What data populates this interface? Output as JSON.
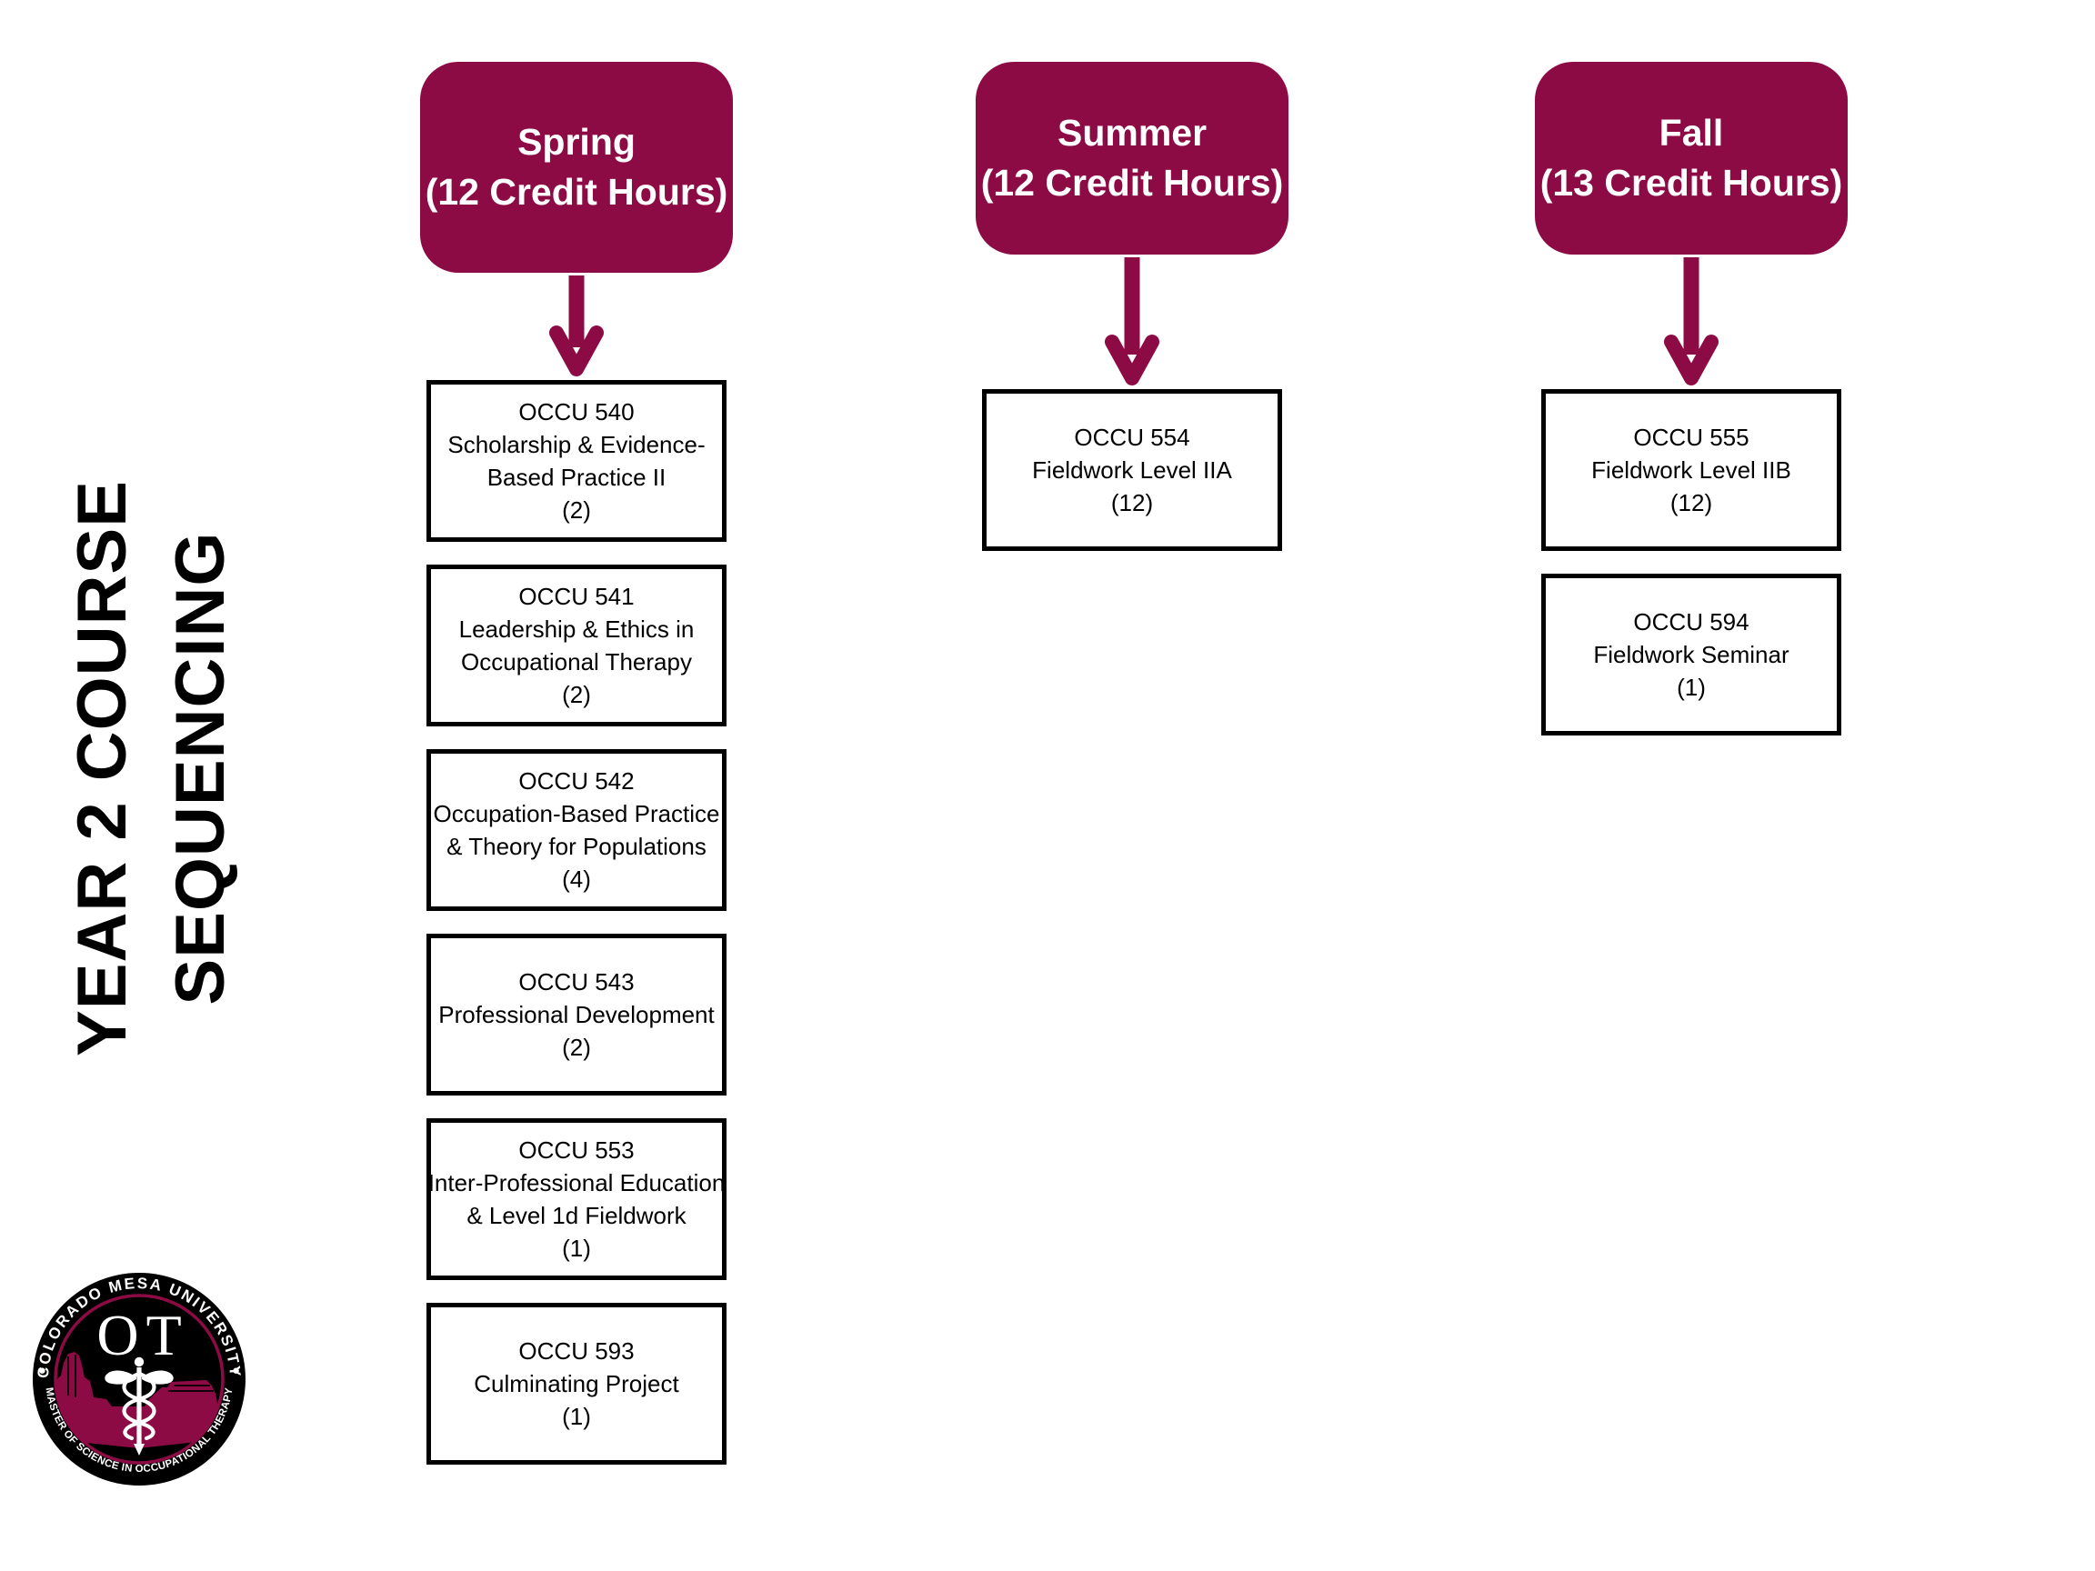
{
  "colors": {
    "maroon": "#8D0B45",
    "ink": "#000000",
    "paper": "#FFFFFF",
    "header_text": "#FFFFFF"
  },
  "title": {
    "line1": "YEAR 2 COURSE",
    "line2": "SEQUENCING"
  },
  "logo": {
    "arc_top": "COLORADO MESA UNIVERSITY",
    "arc_bottom": "MASTER OF SCIENCE IN OCCUPATIONAL THERAPY",
    "monogram": "OT"
  },
  "columns": [
    {
      "id": "spring",
      "header": {
        "line1": "Spring",
        "line2": "(12 Credit Hours)"
      },
      "courses": [
        {
          "code": "OCCU 540",
          "title1": "Scholarship & Evidence-",
          "title2": "Based Practice II",
          "credits": "(2)"
        },
        {
          "code": "OCCU 541",
          "title1": "Leadership & Ethics in",
          "title2": "Occupational Therapy",
          "credits": "(2)"
        },
        {
          "code": "OCCU 542",
          "title1": "Occupation-Based Practice",
          "title2": "& Theory for Populations",
          "credits": "(4)"
        },
        {
          "code": "OCCU 543",
          "title1": "Professional Development",
          "credits": "(2)"
        },
        {
          "code": "OCCU 553",
          "title1": "Inter-Professional Education",
          "title2": "& Level 1d Fieldwork",
          "credits": "(1)"
        },
        {
          "code": "OCCU 593",
          "title1": "Culminating Project",
          "credits": "(1)"
        }
      ]
    },
    {
      "id": "summer",
      "header": {
        "line1": "Summer",
        "line2": "(12 Credit Hours)"
      },
      "courses": [
        {
          "code": "OCCU 554",
          "title1": "Fieldwork Level IIA",
          "credits": "(12)"
        }
      ]
    },
    {
      "id": "fall",
      "header": {
        "line1": "Fall",
        "line2": "(13 Credit Hours)"
      },
      "courses": [
        {
          "code": "OCCU 555",
          "title1": "Fieldwork Level IIB",
          "credits": "(12)"
        },
        {
          "code": "OCCU 594",
          "title1": "Fieldwork Seminar",
          "credits": "(1)"
        }
      ]
    }
  ]
}
